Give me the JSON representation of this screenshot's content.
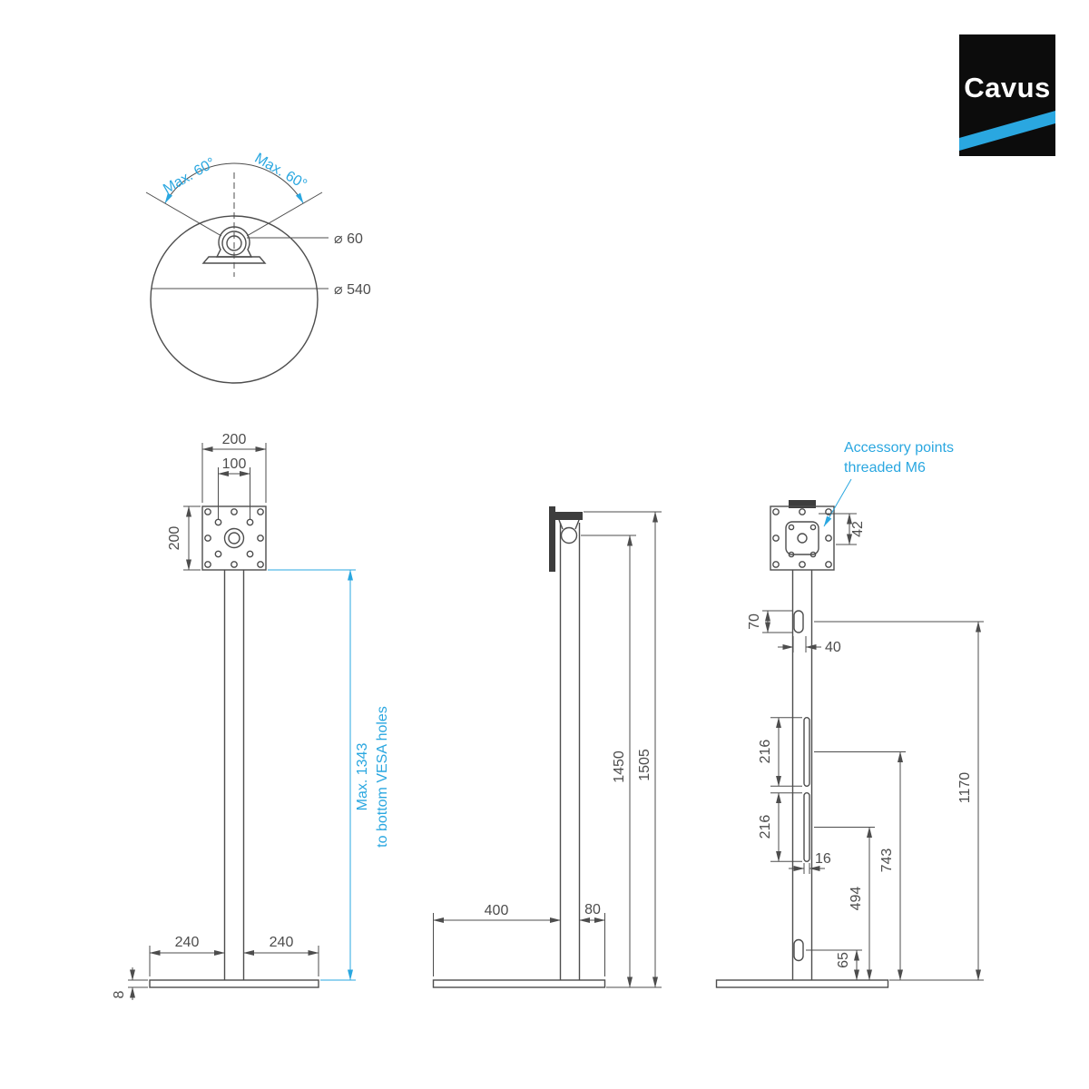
{
  "logo": {
    "brand": "Cavus"
  },
  "colors": {
    "line": "#4d4d4d",
    "accent": "#2aa7e0",
    "logo_bg": "#0c0c0c"
  },
  "top_view": {
    "angle_left": "Max. 60°",
    "angle_right": "Max. 60°",
    "pole_diameter": "⌀ 60",
    "base_diameter": "⌀ 540"
  },
  "front_view": {
    "plate_width": "200",
    "hole_spacing": "100",
    "plate_height": "200",
    "base_left": "240",
    "base_right": "240",
    "base_thickness": "8",
    "max_height": "Max. 1343",
    "max_height_note": "to bottom VESA holes"
  },
  "side_view": {
    "base_front": "400",
    "base_back": "80",
    "height_pivot": "1450",
    "height_total": "1505"
  },
  "back_view": {
    "callout_line1": "Accessory points",
    "callout_line2": "threaded M6",
    "dim_bracket": "42",
    "dim_top_slot": "70",
    "dim_slot_offset": "40",
    "dim_slot_upper": "216",
    "dim_slot_lower": "216",
    "dim_slot_width": "16",
    "dim_height_top": "1170",
    "dim_height_mid": "743",
    "dim_height_low": "494",
    "dim_bottom_slot": "65"
  }
}
